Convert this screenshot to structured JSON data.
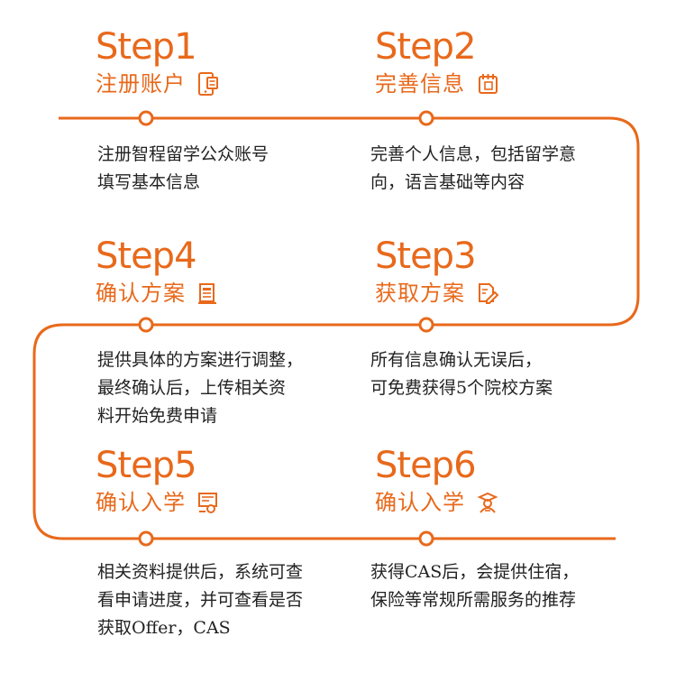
{
  "colors": {
    "accent": "#e8691b",
    "text": "#222222",
    "background": "#ffffff"
  },
  "steps": [
    {
      "id": "step1",
      "label": "Step1",
      "title": "注册账户",
      "icon": "phone-register-icon",
      "desc": [
        "注册智程留学公众账号",
        "填写基本信息"
      ]
    },
    {
      "id": "step2",
      "label": "Step2",
      "title": "完善信息",
      "icon": "notebook-icon",
      "desc": [
        "完善个人信息，包括留学意",
        "向，语言基础等内容"
      ]
    },
    {
      "id": "step3",
      "label": "Step3",
      "title": "获取方案",
      "icon": "document-edit-icon",
      "desc": [
        "所有信息确认无误后，",
        "可免费获得5个院校方案"
      ]
    },
    {
      "id": "step4",
      "label": "Step4",
      "title": "确认方案",
      "icon": "document-icon",
      "desc": [
        "提供具体的方案进行调整，",
        "最终确认后，上传相关资",
        "料开始免费申请"
      ]
    },
    {
      "id": "step5",
      "label": "Step5",
      "title": "确认入学",
      "icon": "certificate-icon",
      "desc": [
        "相关资料提供后，系统可查",
        "看申请进度，并可查看是否",
        "获取Offer，CAS"
      ]
    },
    {
      "id": "step6",
      "label": "Step6",
      "title": "确认入学",
      "icon": "graduate-icon",
      "desc": [
        "获得CAS后，会提供住宿，",
        "保险等常规所需服务的推荐"
      ]
    }
  ]
}
